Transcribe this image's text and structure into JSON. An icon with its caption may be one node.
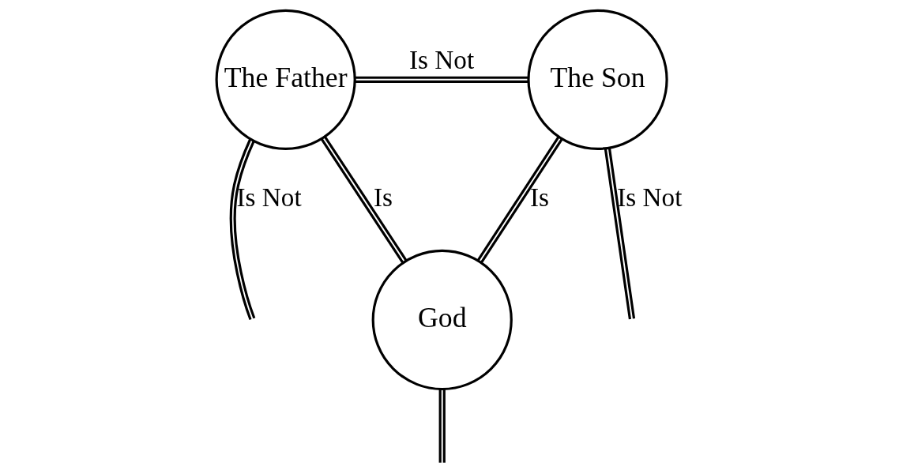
{
  "diagram": {
    "nodes": [
      {
        "text": [
          "The Father"
        ]
      },
      {
        "text": [
          "The Son"
        ]
      },
      {
        "text": [
          "God"
        ]
      }
    ],
    "edges": [
      {
        "from": 0,
        "to": 1,
        "arrow": "none",
        "label": "Is Not"
      },
      {
        "from": 0,
        "to": 2,
        "arrow": "none",
        "label": "Is"
      },
      {
        "from": 1,
        "to": 2,
        "arrow": "none",
        "label": "Is"
      },
      {
        "from": 0,
        "to": null,
        "arrow": "none",
        "label": "Is Not"
      },
      {
        "from": 1,
        "to": null,
        "arrow": "none",
        "label": "Is Not"
      },
      {
        "from": 2,
        "to": null,
        "arrow": "none"
      }
    ]
  }
}
